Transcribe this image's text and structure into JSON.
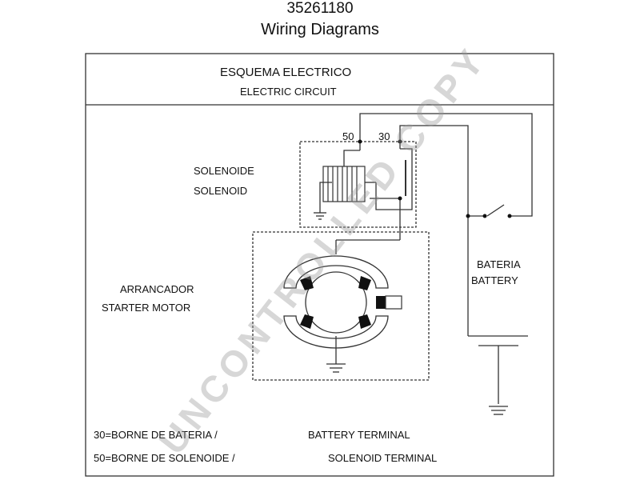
{
  "header": {
    "part_number": "35261180",
    "subtitle": "Wiring Diagrams"
  },
  "schematic": {
    "title_es": "ESQUEMA ELECTRICO",
    "title_en": "ELECTRIC CIRCUIT",
    "terminal_50": "50",
    "terminal_30": "30",
    "solenoid_es": "SOLENOIDE",
    "solenoid_en": "SOLENOID",
    "starter_es": "ARRANCADOR",
    "starter_en": "STARTER MOTOR",
    "battery_es": "BATERIA",
    "battery_en": "BATTERY"
  },
  "legend": {
    "line1_es": "30=BORNE DE BATERIA /",
    "line1_en": "BATTERY TERMINAL",
    "line2_es": "50=BORNE DE SOLENOIDE /",
    "line2_en": "SOLENOID TERMINAL"
  },
  "watermark": "UNCONTROLLED COPY"
}
